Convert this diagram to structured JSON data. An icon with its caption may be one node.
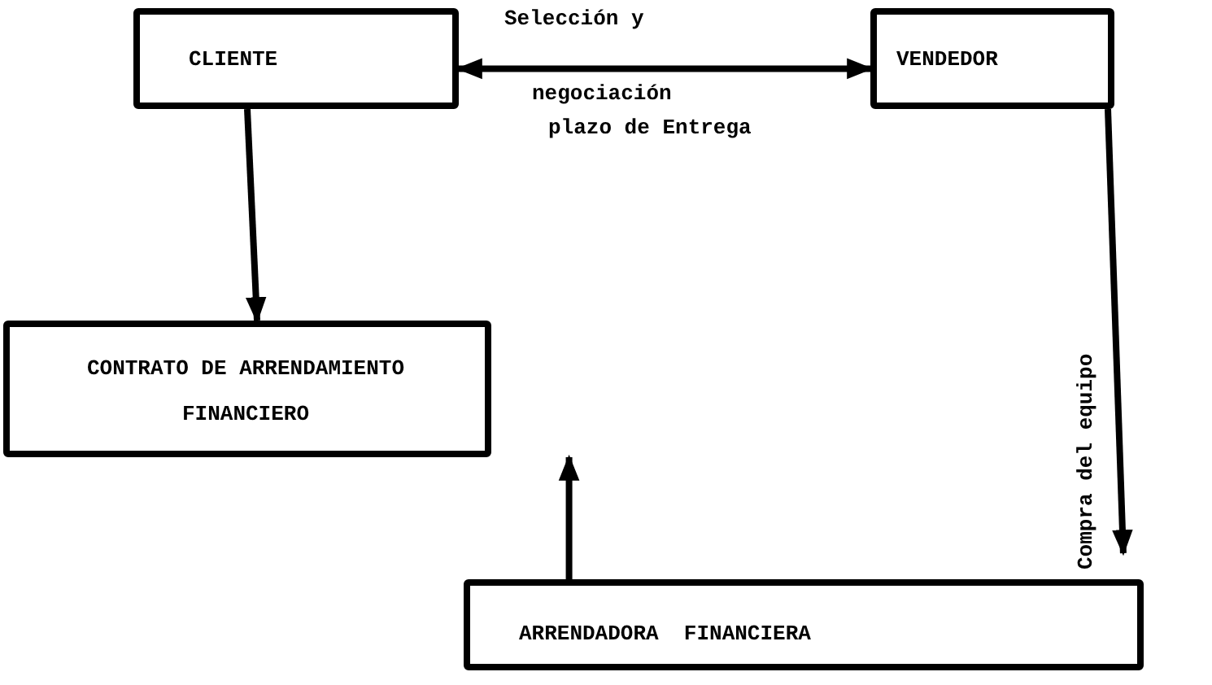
{
  "diagram": {
    "nodes": [
      {
        "text": [
          "CLIENTE"
        ]
      },
      {
        "text": [
          "VENDEDOR"
        ]
      },
      {
        "text": [
          "CONTRATO DE ARRENDAMIENTO FINANCIERO"
        ]
      },
      {
        "text": [
          "ARRENDADORA  FINANCIERA"
        ]
      }
    ],
    "edges": [
      {
        "from": 0,
        "to": 1,
        "arrow": "both",
        "label": "Selección y"
      },
      {
        "from": 0,
        "to": 2,
        "arrow": "to"
      },
      {
        "from": 3,
        "to": 2,
        "arrow": "to"
      },
      {
        "from": 1,
        "to": 3,
        "arrow": "to",
        "label": "Compra del equipo"
      }
    ],
    "labels": [
      "negociación",
      "plazo de Entrega"
    ]
  }
}
